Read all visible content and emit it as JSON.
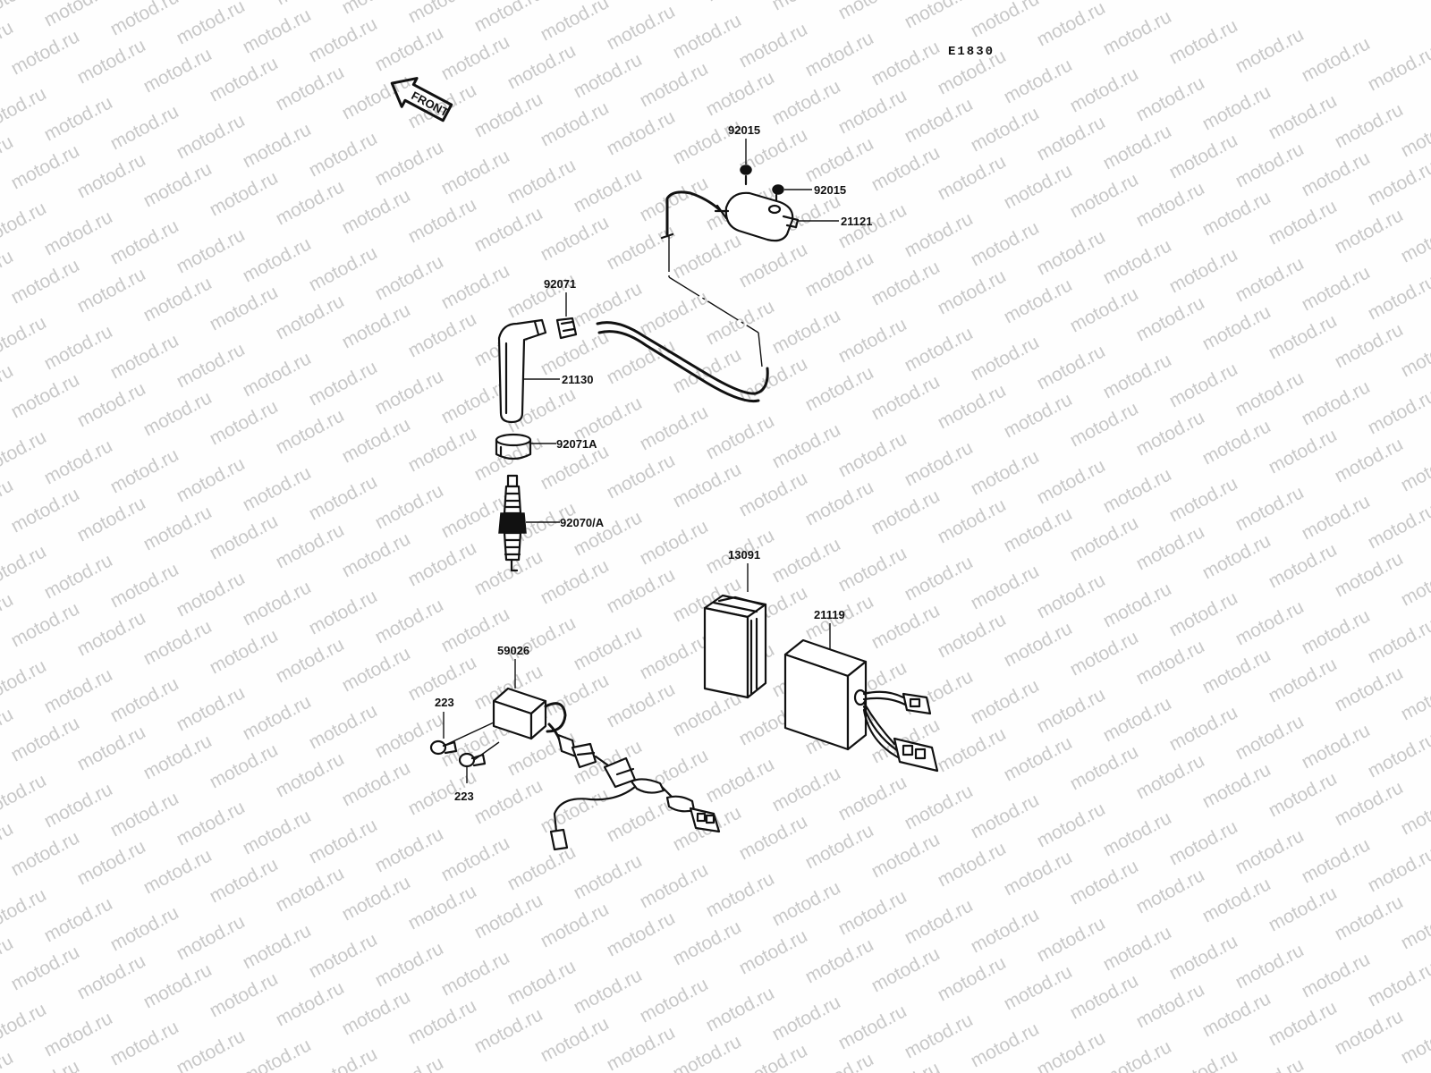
{
  "diagram_code": "E1830",
  "direction_arrow": {
    "label": "FRONT",
    "icon": "front-direction-arrow-icon"
  },
  "watermark": "motod.ru",
  "parts": {
    "cap_92015_top": "92015",
    "cap_92015_side": "92015",
    "ignition_coil": "21121",
    "plug_cap_seal": "92071",
    "plug_cap": "21130",
    "plug_cap_boot": "92071A",
    "spark_plug": "92070/A",
    "igniter_cover": "13091",
    "igniter_unit": "21119",
    "pickup_coil": "59026",
    "screw_upper": "223",
    "screw_lower": "223"
  },
  "colors": {
    "ink": "#111111",
    "background": "#fefefe",
    "watermark": "#c8c8c8"
  }
}
